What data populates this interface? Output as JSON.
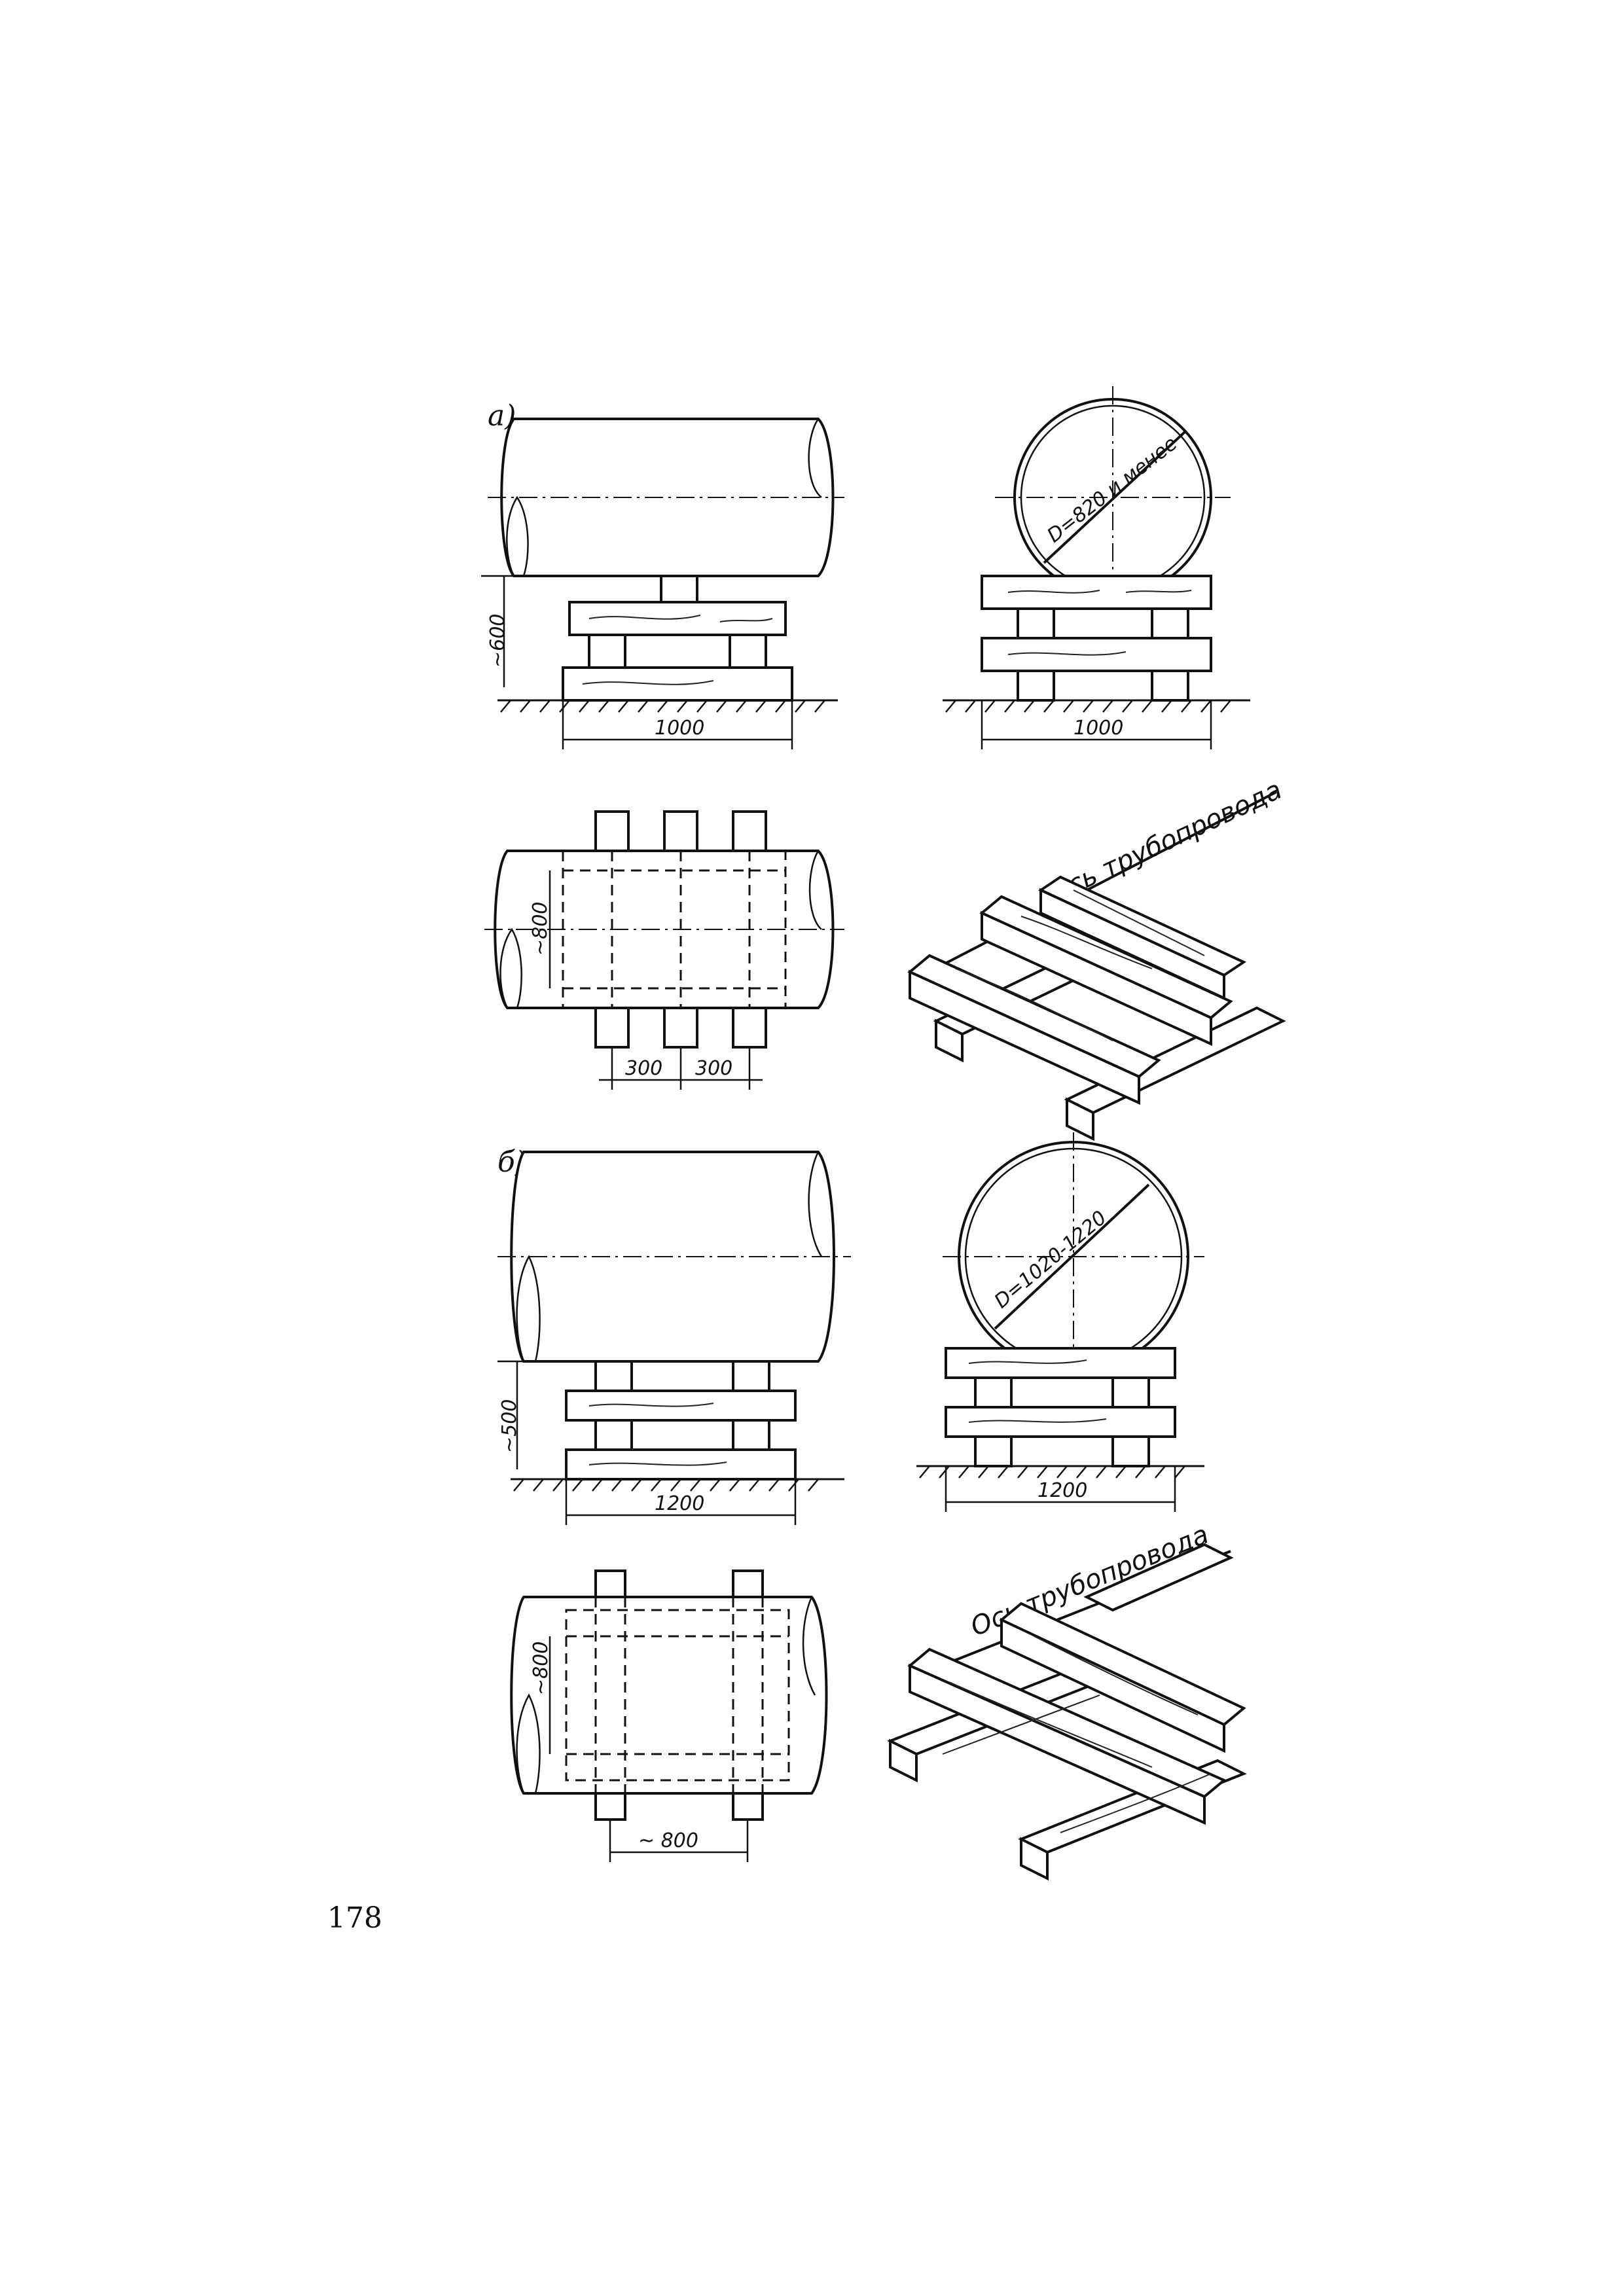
{
  "figure": {
    "panel_a": {
      "label": "а)",
      "side_view": {
        "height_dim": "~600",
        "width_dim": "1000"
      },
      "cross_section": {
        "diameter_label": "D=820 и менее",
        "width_dim": "1000"
      },
      "plan_view": {
        "depth_dim": "~800",
        "spacing_1": "300",
        "spacing_2": "300"
      },
      "isometric": {
        "axis_label": "Ось трубопровода"
      }
    },
    "panel_b": {
      "label": "б)",
      "side_view": {
        "height_dim": "~500",
        "width_dim": "1200"
      },
      "cross_section": {
        "diameter_label": "D=1020-1220",
        "width_dim": "1200"
      },
      "plan_view": {
        "depth_dim": "~800",
        "width_dim": "~ 800"
      },
      "isometric": {
        "axis_label": "Ось трубопровода"
      }
    }
  },
  "page_number": "178"
}
